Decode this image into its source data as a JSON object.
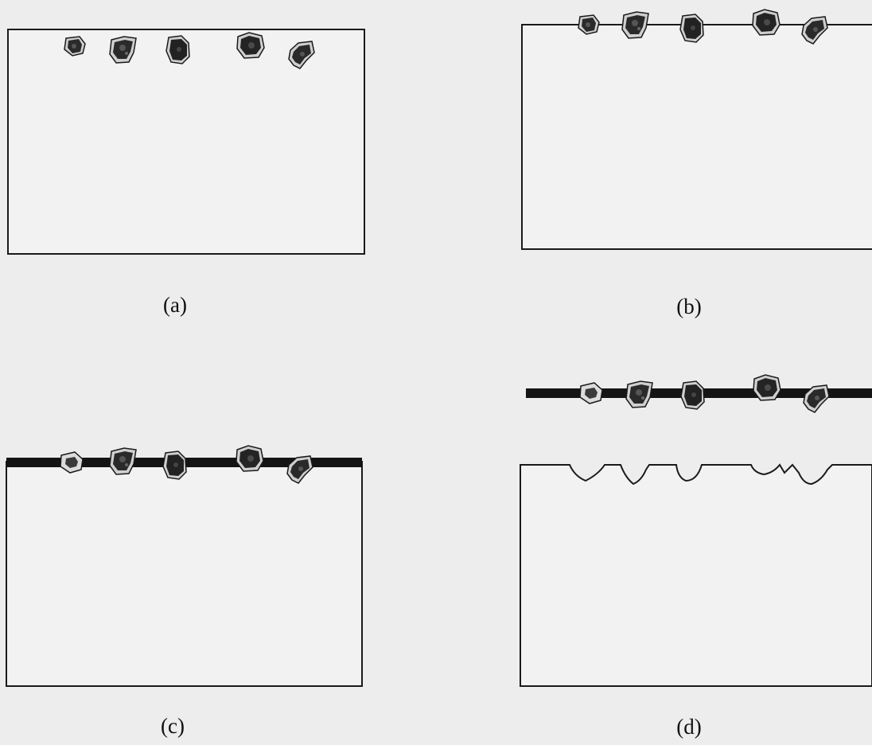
{
  "panels": [
    {
      "id": "a",
      "label": "(a)"
    },
    {
      "id": "b",
      "label": "(b)"
    },
    {
      "id": "c",
      "label": "(c)"
    },
    {
      "id": "d",
      "label": "(d)"
    }
  ],
  "colors": {
    "background": "#ededed",
    "substrate_fill": "#f2f2f2",
    "outline": "#1a1a1a",
    "particle_core": "#2a2a2a",
    "particle_halo": "#cfcfcf",
    "film_layer": "#141414"
  }
}
